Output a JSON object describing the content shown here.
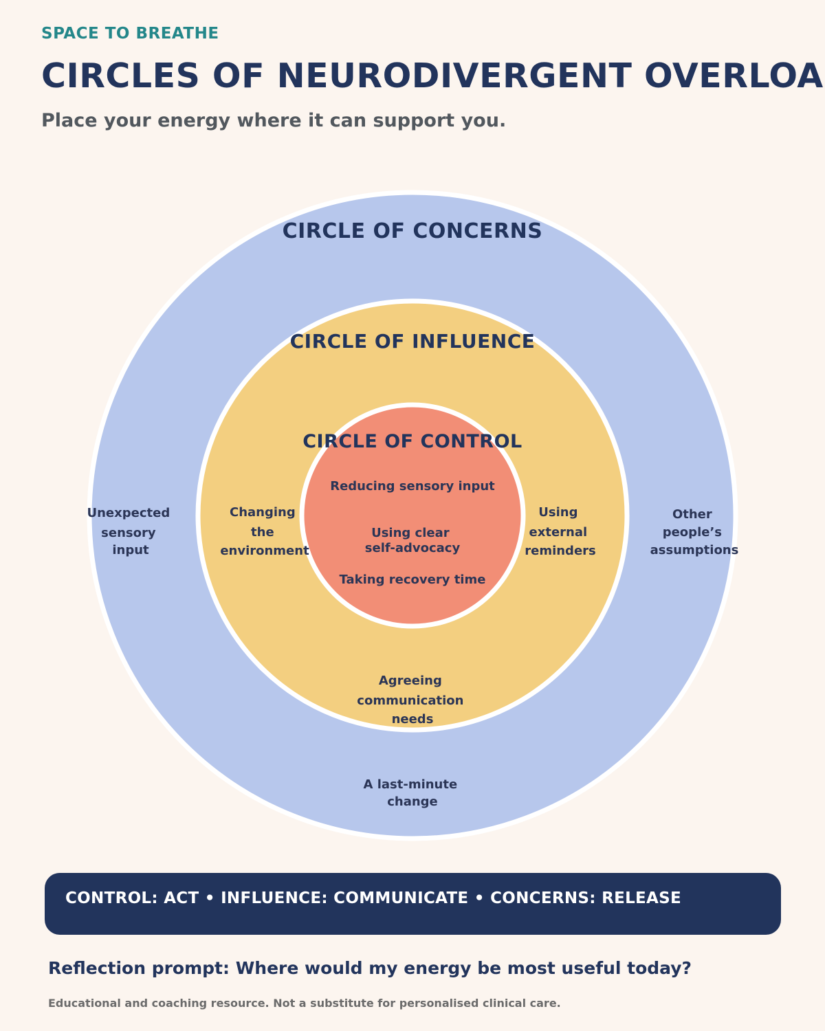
{
  "header": {
    "eyebrow": "SPACE TO BREATHE",
    "title": "CIRCLES OF NEURODIVERGENT OVERLOAD",
    "subtitle": "Place your energy where it can support you."
  },
  "colors": {
    "background": "#fcf5ef",
    "concerns": "#b7c7ec",
    "influence": "#f3cf80",
    "control": "#f28e76",
    "ring_stroke": "#ffffff",
    "navy": "#22345c",
    "teal": "#24878a"
  },
  "diagram": {
    "concerns": {
      "title": "CIRCLE OF CONCERNS",
      "items": {
        "left": [
          "Unexpected",
          "sensory",
          "input"
        ],
        "right": [
          "Other",
          "people’s",
          "assumptions"
        ],
        "bottom": [
          "A last-minute",
          "change"
        ]
      }
    },
    "influence": {
      "title": "CIRCLE OF INFLUENCE",
      "items": {
        "left": [
          "Changing",
          "the",
          "environment"
        ],
        "right": [
          "Using",
          "external",
          "reminders"
        ],
        "bottom": [
          "Agreeing",
          "communication",
          "needs"
        ]
      }
    },
    "control": {
      "title": "CIRCLE OF CONTROL",
      "items": {
        "top": "Reducing sensory input",
        "middle": [
          "Using clear",
          "self-advocacy"
        ],
        "bottom": "Taking recovery time"
      }
    }
  },
  "motto": "CONTROL: ACT • INFLUENCE: COMMUNICATE • CONCERNS: RELEASE",
  "reflection_prompt": "Reflection prompt: Where would my energy be most useful today?",
  "disclaimer": "Educational and coaching resource. Not a substitute for personalised clinical care."
}
